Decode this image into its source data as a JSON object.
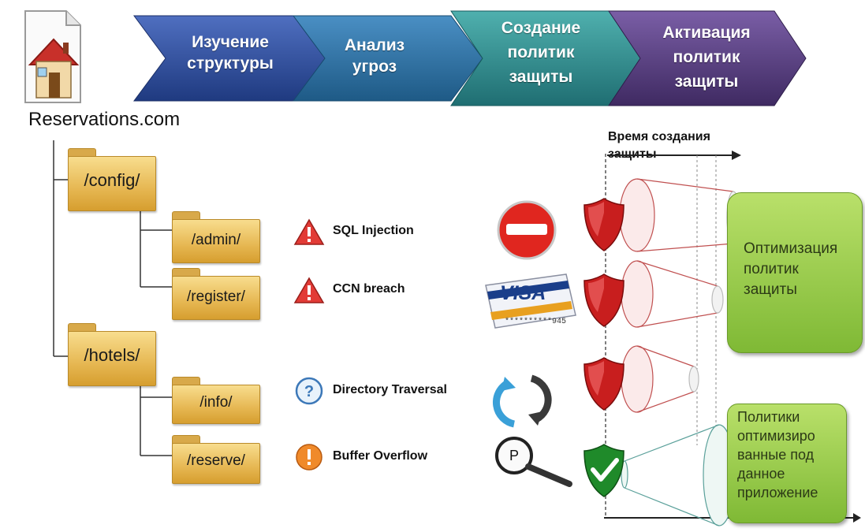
{
  "site": {
    "name": "Reservations.com"
  },
  "steps": [
    {
      "line1": "Изучение",
      "line2": "структуры",
      "line3": ""
    },
    {
      "line1": "Анализ",
      "line2": "угроз",
      "line3": ""
    },
    {
      "line1": "Создание",
      "line2": "политик",
      "line3": "защиты"
    },
    {
      "line1": "Активация",
      "line2": "политик",
      "line3": "защиты"
    }
  ],
  "step_colors": [
    "#2f4f9a",
    "#2a6fa0",
    "#2f8c8c",
    "#5a3f7e"
  ],
  "folders": {
    "config": "/config/",
    "admin": "/admin/",
    "register": "/register/",
    "hotels": "/hotels/",
    "info": "/info/",
    "reserve": "/reserve/"
  },
  "threats": [
    {
      "label": "SQL Injection",
      "icon": "warning-triangle-icon",
      "response_icon": "no-entry-icon",
      "shield": "red-shield-icon"
    },
    {
      "label": "CCN breach",
      "icon": "warning-triangle-icon",
      "response_icon": "visa-card-icon",
      "shield": "red-shield-icon"
    },
    {
      "label": "Directory Traversal",
      "icon": "question-icon",
      "response_icon": "refresh-arrows-icon",
      "shield": "red-shield-icon"
    },
    {
      "label": "Buffer Overflow",
      "icon": "exclamation-icon",
      "response_icon": "magnifier-icon",
      "shield": "green-shield-icon"
    }
  ],
  "visa": {
    "brand": "VISA"
  },
  "magnifier": {
    "letter": "P"
  },
  "timeline": {
    "line1": "Время создания",
    "line2": "защиты"
  },
  "box_optimize": {
    "line1": "Оптимизация",
    "line2": "политик",
    "line3": "защиты"
  },
  "box_app": {
    "line1": "Политики",
    "line2": "оптимизиро",
    "line3": "ванные под",
    "line4": "данное",
    "line5": "приложение"
  }
}
